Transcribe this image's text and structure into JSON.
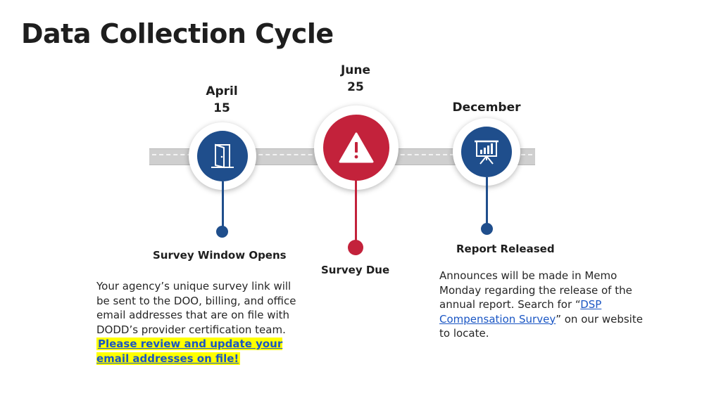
{
  "title": "Data Collection Cycle",
  "colors": {
    "navy": "#1f4e8c",
    "red": "#c3223b"
  },
  "milestones": [
    {
      "date_line1": "April",
      "date_line2": "15",
      "label": "Survey Window Opens",
      "icon": "open-door-icon",
      "description": "Your agency’s unique survey link will be sent to the DOO, billing, and office email addresses that are on file with DODD’s provider certification team.",
      "highlight": "Please review and update your email addresses on file!"
    },
    {
      "date_line1": "June",
      "date_line2": "25",
      "label": "Survey Due",
      "icon": "warning-icon"
    },
    {
      "date_line1": "December",
      "label": "Report Released",
      "icon": "presentation-chart-icon",
      "description_before": "Announces will be made in Memo Monday regarding the release of the annual report. Search for “",
      "link_text": "DSP Compensation Survey",
      "description_after": "” on our website to locate."
    }
  ]
}
